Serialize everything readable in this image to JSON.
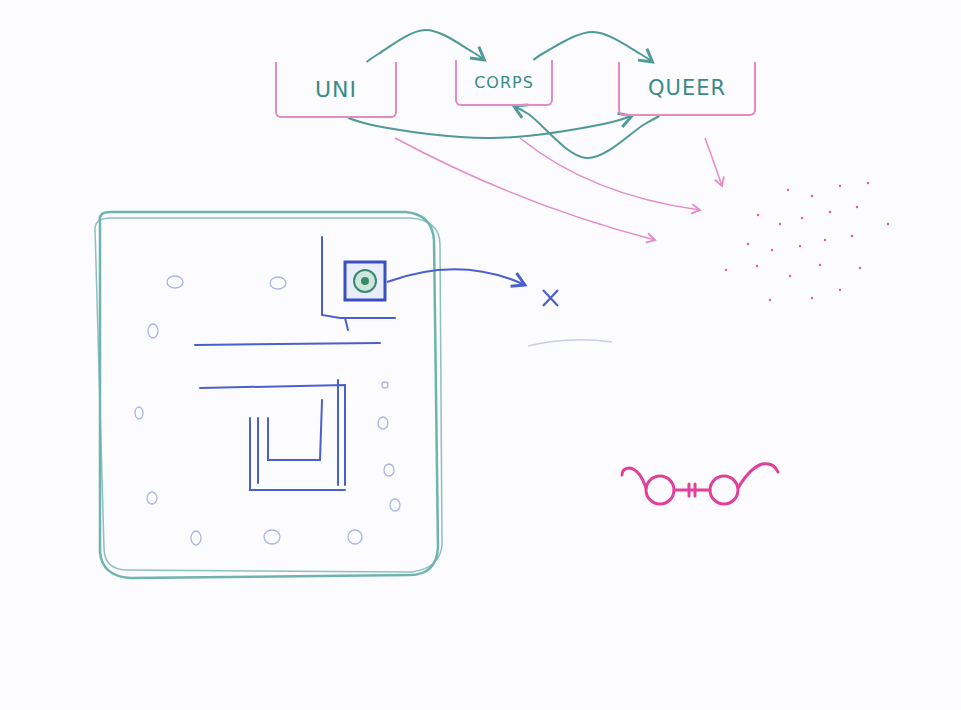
{
  "diagram": {
    "nodes": [
      {
        "text": [
          "UNI"
        ]
      },
      {
        "text": [
          "CORPS"
        ]
      },
      {
        "text": [
          "QUEER"
        ]
      }
    ],
    "edges": [
      {
        "from": 0,
        "to": 1,
        "arrow": "to"
      },
      {
        "from": 1,
        "to": 2,
        "arrow": "to"
      },
      {
        "from": 0,
        "to": 2,
        "arrow": "to"
      },
      {
        "from": 2,
        "to": 1,
        "arrow": "to"
      }
    ]
  }
}
